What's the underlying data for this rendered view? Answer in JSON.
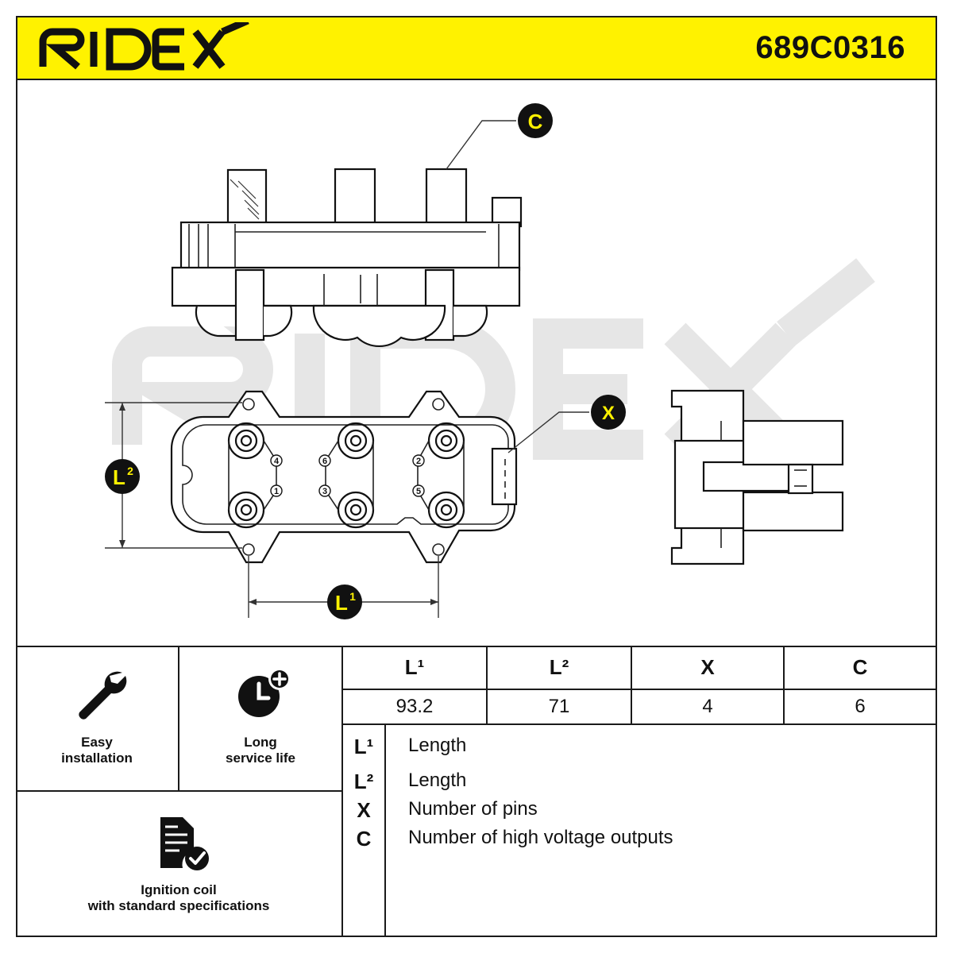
{
  "brand": {
    "name": "RIDEX",
    "accent_color": "#fff200"
  },
  "part_number": "689C0316",
  "callouts": {
    "c": "C",
    "x": "X",
    "l1": "L",
    "l1_sup": "1",
    "l2": "L",
    "l2_sup": "2"
  },
  "pin_numbers": [
    "4",
    "1",
    "6",
    "3",
    "2",
    "5"
  ],
  "features": [
    {
      "icon": "wrench-icon",
      "line1": "Easy",
      "line2": "installation"
    },
    {
      "icon": "clock-plus-icon",
      "line1": "Long",
      "line2": "service life"
    },
    {
      "icon": "document-check-icon",
      "line1": "Ignition coil",
      "line2": "with standard specifications"
    }
  ],
  "spec_table": {
    "headers": [
      "L¹",
      "L²",
      "X",
      "C"
    ],
    "values": [
      "93.2",
      "71",
      "4",
      "6"
    ]
  },
  "legend": [
    {
      "key": "L¹",
      "label": "Length"
    },
    {
      "key": "L²",
      "label": "Length"
    },
    {
      "key": "X",
      "label": "Number of pins"
    },
    {
      "key": "C",
      "label": "Number of high voltage outputs"
    }
  ]
}
